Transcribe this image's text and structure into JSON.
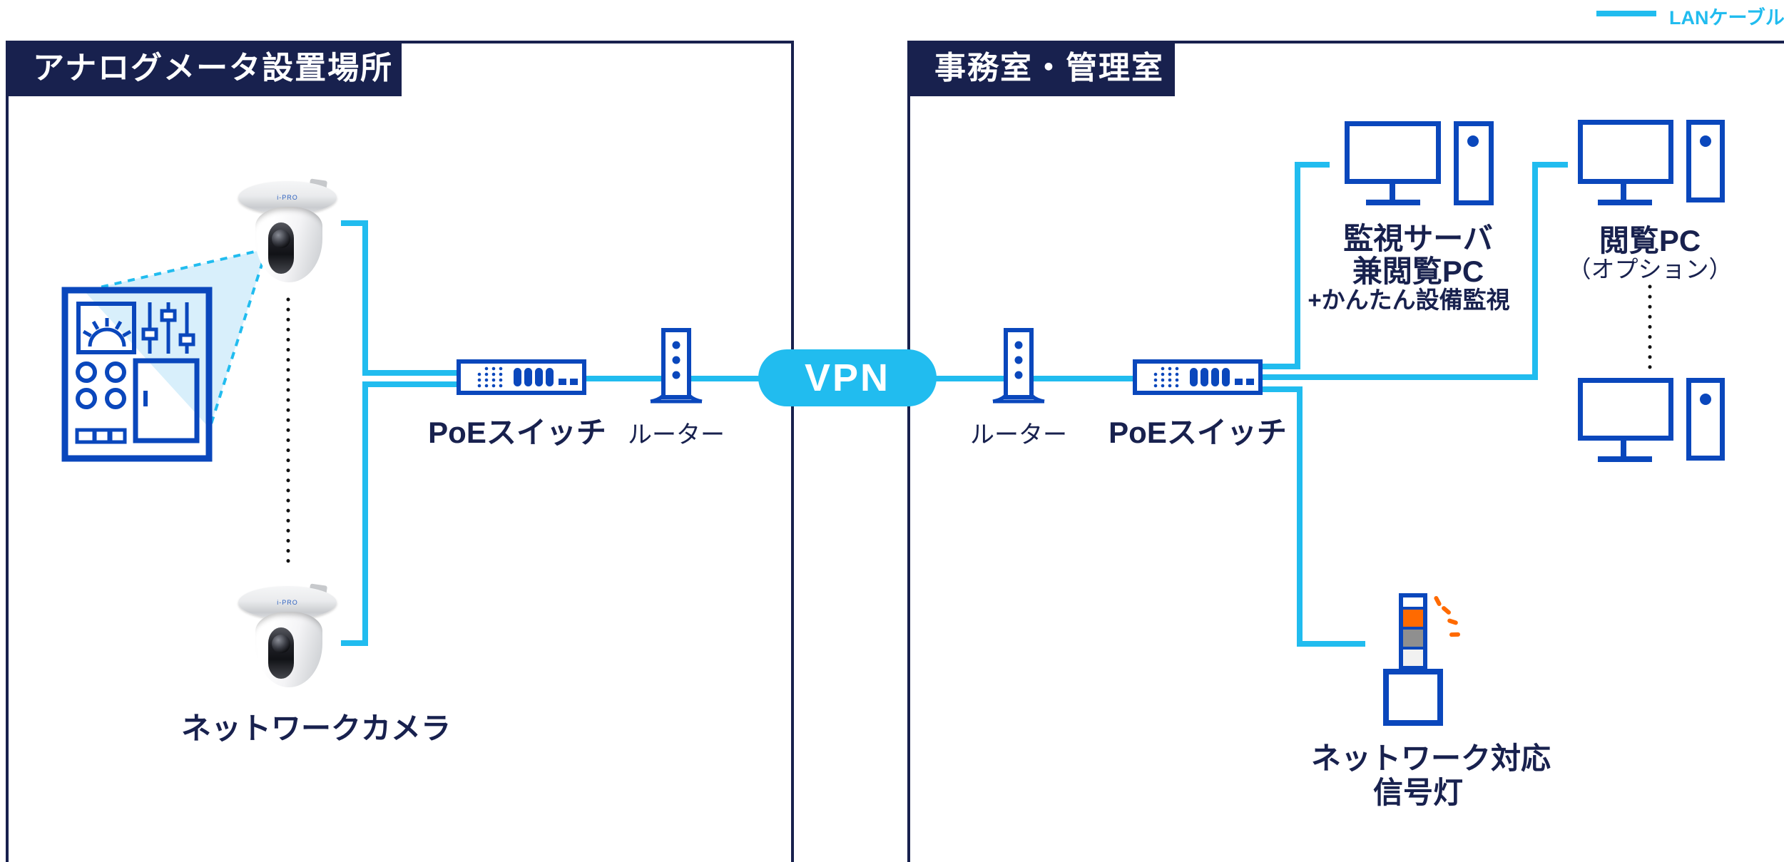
{
  "legend": {
    "lan_cable_label": "LANケーブル"
  },
  "left_zone": {
    "title": "アナログメータ設置場所",
    "camera_brand": "i-PRO",
    "camera_label": "ネットワークカメラ",
    "poe_switch_label": "PoEスイッチ",
    "router_label": "ルーター"
  },
  "vpn_label": "VPN",
  "right_zone": {
    "title": "事務室・管理室",
    "router_label": "ルーター",
    "poe_switch_label": "PoEスイッチ",
    "server_pc_label_line1": "監視サーバ",
    "server_pc_label_line2": "兼閲覧PC",
    "server_pc_label_line3": "+かんたん設備監視",
    "viewer_pc_label_line1": "閲覧PC",
    "viewer_pc_label_line2": "（オプション）",
    "signal_light_label_line1": "ネットワーク対応",
    "signal_light_label_line2": "信号灯"
  },
  "colors": {
    "lan_cable_cyan": "#21BCEF",
    "icon_blue": "#0A47BC",
    "navy": "#18214E",
    "signal_orange": "#FF6A00",
    "cone_fill": "#D8EFFB"
  }
}
